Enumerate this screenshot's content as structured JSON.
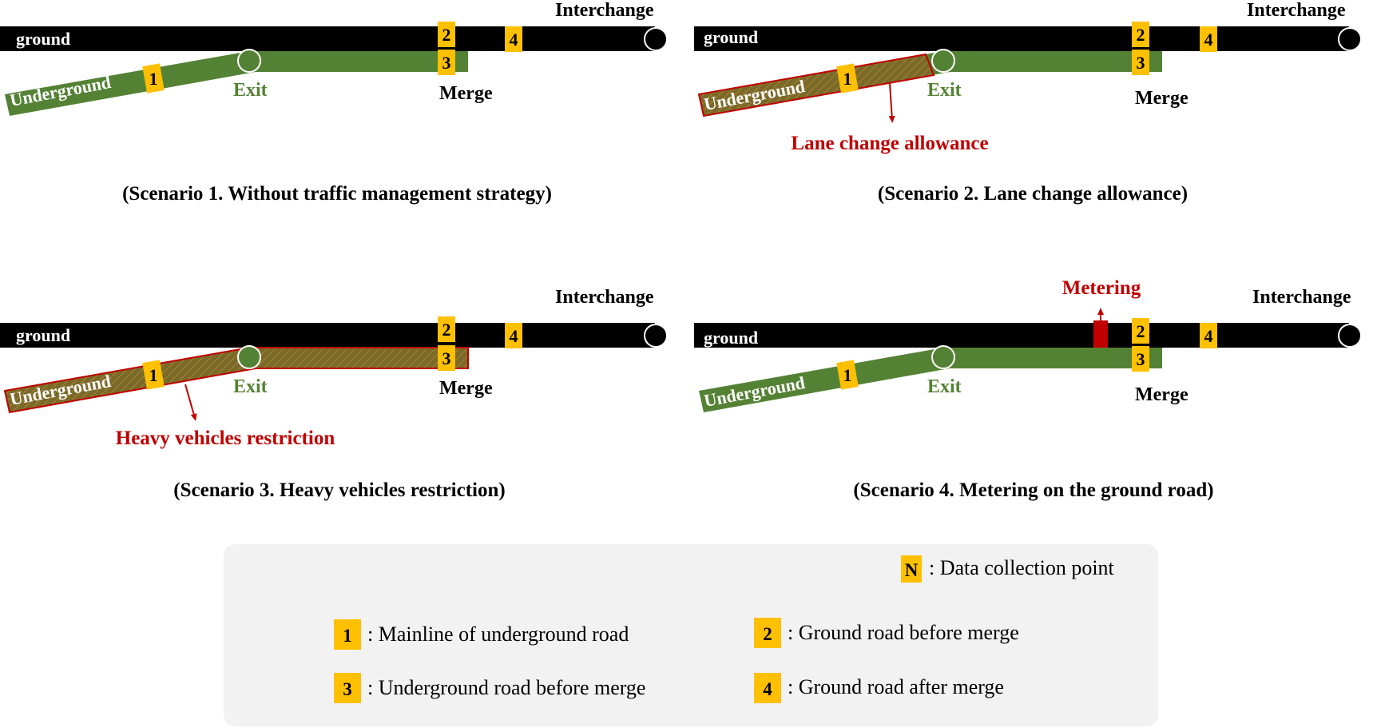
{
  "colors": {
    "ground_road": "#000000",
    "underground_road": "#548235",
    "exit_label": "#548235",
    "badge_fill": "#FFC000",
    "highlight": "#C00000",
    "hatch_fill": "#7A6A2A",
    "legend_background": "#F2F2F2",
    "text": "#000000"
  },
  "scenarios": [
    {
      "id": "scenario-1",
      "caption": "(Scenario 1. Without traffic management strategy)",
      "labels": {
        "ground": "ground",
        "underground": "Underground",
        "exit": "Exit",
        "merge": "Merge",
        "interchange": "Interchange"
      },
      "badges": [
        "1",
        "2",
        "3",
        "4"
      ],
      "strategy": "none",
      "annotation": ""
    },
    {
      "id": "scenario-2",
      "caption": "(Scenario 2. Lane change allowance)",
      "labels": {
        "ground": "ground",
        "underground": "Underground",
        "exit": "Exit",
        "merge": "Merge",
        "interchange": "Interchange"
      },
      "badges": [
        "1",
        "2",
        "3",
        "4"
      ],
      "strategy": "lane-change",
      "annotation": "Lane change allowance"
    },
    {
      "id": "scenario-3",
      "caption": "(Scenario 3. Heavy vehicles restriction)",
      "labels": {
        "ground": "ground",
        "underground": "Underground",
        "exit": "Exit",
        "merge": "Merge",
        "interchange": "Interchange"
      },
      "badges": [
        "1",
        "2",
        "3",
        "4"
      ],
      "strategy": "heavy-vehicle",
      "annotation": "Heavy vehicles restriction"
    },
    {
      "id": "scenario-4",
      "caption": "(Scenario 4. Metering on the ground road)",
      "labels": {
        "ground": "ground",
        "underground": "Underground",
        "exit": "Exit",
        "merge": "Merge",
        "interchange": "Interchange"
      },
      "badges": [
        "1",
        "2",
        "3",
        "4"
      ],
      "strategy": "metering",
      "annotation": "Metering"
    }
  ],
  "legend": {
    "key_badge": "N",
    "key_text": ": Data collection point",
    "items": [
      {
        "badge": "1",
        "text": ": Mainline of underground road"
      },
      {
        "badge": "2",
        "text": ": Ground road before merge"
      },
      {
        "badge": "3",
        "text": ": Underground road before merge"
      },
      {
        "badge": "4",
        "text": ": Ground road after merge"
      }
    ]
  }
}
